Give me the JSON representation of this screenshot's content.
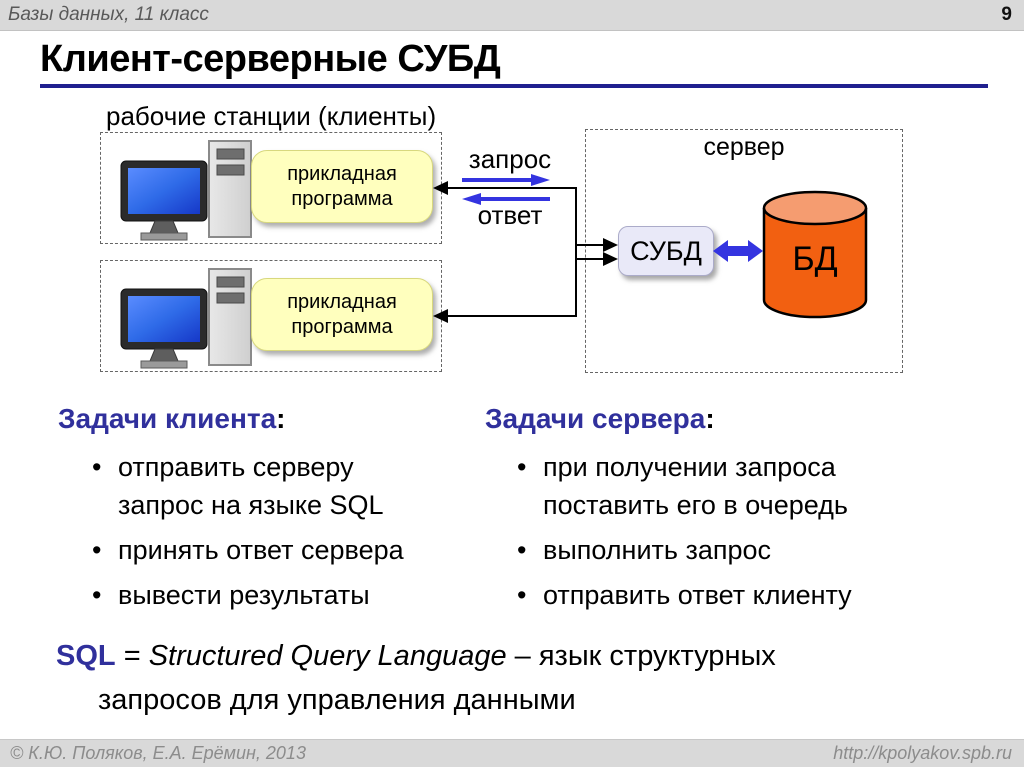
{
  "header": {
    "course_title": "Базы данных, 11 класс",
    "page_number": "9"
  },
  "slide": {
    "title": "Клиент-серверные СУБД"
  },
  "diagram": {
    "workstations_label": "рабочие станции (клиенты)",
    "clients": [
      {
        "app_label": "прикладная программа"
      },
      {
        "app_label": "прикладная программа"
      }
    ],
    "request_label": "запрос",
    "response_label": "ответ",
    "server_label": "сервер",
    "dbms_label": "СУБД",
    "db_label": "БД"
  },
  "tasks": {
    "bullet_char": "•",
    "client": {
      "heading": "Задачи клиента",
      "colon": ":",
      "items": [
        "отправить серверу\nзапрос на языке SQL",
        "принять ответ сервера",
        "вывести результаты"
      ]
    },
    "server": {
      "heading": "Задачи сервера",
      "colon": ":",
      "items": [
        "при получении запроса\nпоставить его в очередь",
        "выполнить запрос",
        "отправить ответ клиенту"
      ]
    }
  },
  "sql_note": {
    "term": "SQL",
    "equals": "=",
    "name": "Structured Query Language",
    "rest_line1": "– язык структурных",
    "line2": "запросов для управления данными"
  },
  "footer": {
    "copyright": "© К.Ю. Поляков, Е.А. Ерёмин, 2013",
    "url": "http://kpolyakov.spb.ru"
  },
  "colors": {
    "bar_gray": "#D9D9D9",
    "underline_navy": "#20208F",
    "heading_blue": "#30309C",
    "arrow_blue": "#3434E0",
    "app_box_yellow": "#FFFFBE",
    "dbms_box_lavender": "#E9E9F8",
    "db_cylinder_orange": "#F26011",
    "db_cylinder_top_orange": "#F59C70"
  }
}
